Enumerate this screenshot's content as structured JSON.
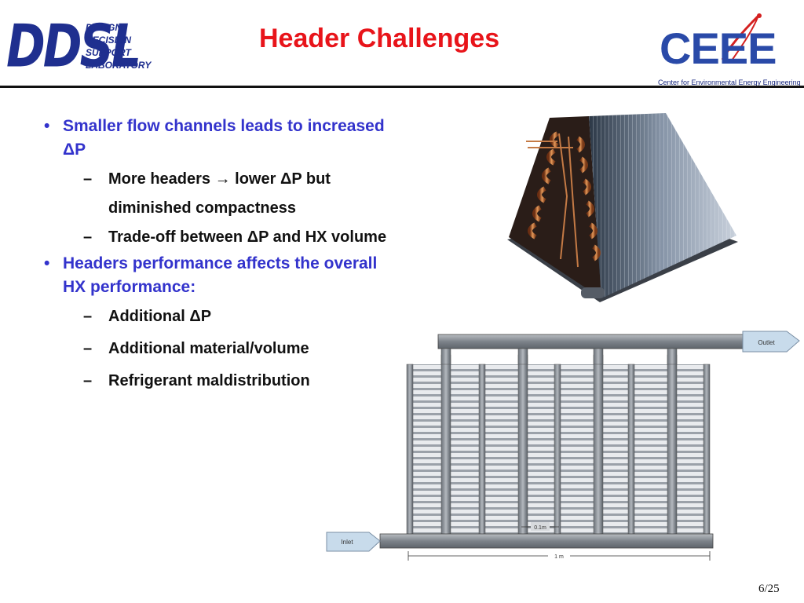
{
  "header": {
    "title": "Header Challenges",
    "left_logo": {
      "big": "DDSL",
      "lines": [
        "DESIGN",
        "DECISION",
        "SUPPORT",
        "LABORATORY"
      ]
    },
    "right_logo": {
      "word": "CEEE",
      "subtitle": "Center for Environmental Energy Engineering"
    }
  },
  "bullets": [
    {
      "text": "Smaller flow channels leads to increased ΔP",
      "subs": [
        "More headers → lower ΔP but diminished compactness",
        "Trade-off between ΔP and HX volume"
      ]
    },
    {
      "text": "Headers performance affects the overall HX performance:",
      "subs": [
        "Additional ΔP",
        "Additional material/volume",
        "Refrigerant maldistribution"
      ]
    }
  ],
  "diagram": {
    "outlet_label": "Outlet",
    "inlet_label": "Inlet",
    "spacing_label": "0.1m",
    "width_label": "1 m"
  },
  "footer": {
    "page": "6/25"
  },
  "colors": {
    "title": "#e8141a",
    "bullet_level1": "#3333cc",
    "logo_blue": "#1f2f8f"
  }
}
